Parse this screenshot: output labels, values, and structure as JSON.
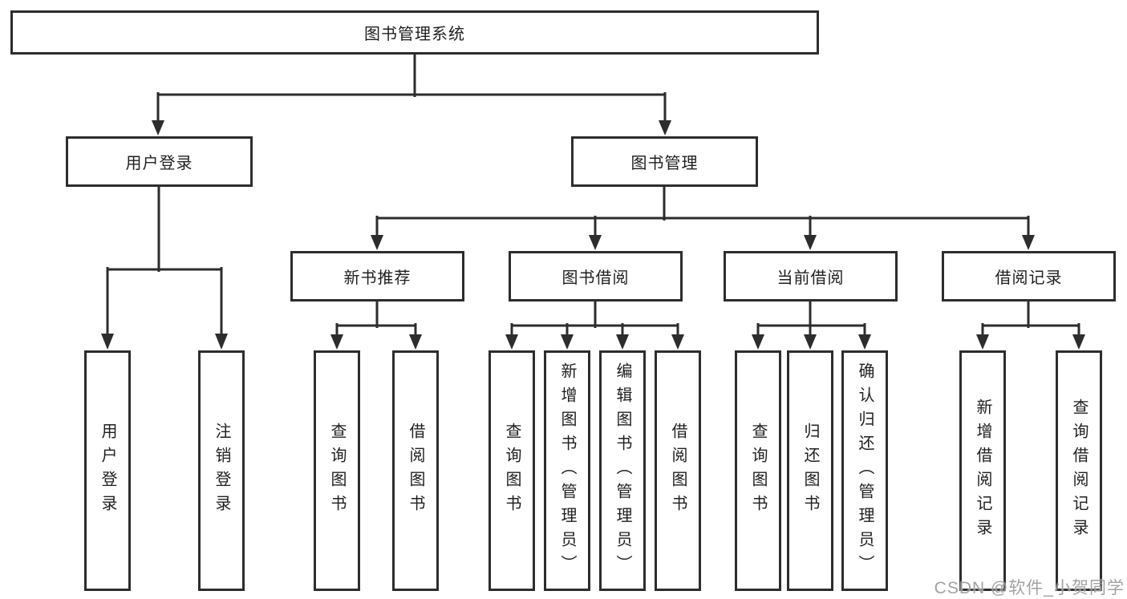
{
  "diagram": {
    "root": {
      "label": "图书管理系统"
    },
    "branches": [
      {
        "label": "用户登录",
        "children": [
          {
            "label": "用户登录"
          },
          {
            "label": "注销登录"
          }
        ]
      },
      {
        "label": "图书管理",
        "children": [
          {
            "label": "新书推荐",
            "children": [
              {
                "label": "查询图书"
              },
              {
                "label": "借阅图书"
              }
            ]
          },
          {
            "label": "图书借阅",
            "children": [
              {
                "label": "查询图书"
              },
              {
                "label": "新增图书（管理员）"
              },
              {
                "label": "编辑图书（管理员）"
              },
              {
                "label": "借阅图书"
              }
            ]
          },
          {
            "label": "当前借阅",
            "children": [
              {
                "label": "查询图书"
              },
              {
                "label": "归还图书"
              },
              {
                "label": "确认归还（管理员）"
              }
            ]
          },
          {
            "label": "借阅记录",
            "children": [
              {
                "label": "新增借阅记录"
              },
              {
                "label": "查询借阅记录"
              }
            ]
          }
        ]
      }
    ]
  },
  "watermark": {
    "text": "CSDN @软件_小贺同学",
    "color": "#9b9b9b"
  },
  "colors": {
    "line": "#2d2d2d",
    "box_border": "#2d2d2d",
    "box_fill": "#ffffff",
    "text": "#1f1f1f",
    "background": "#ffffff"
  }
}
